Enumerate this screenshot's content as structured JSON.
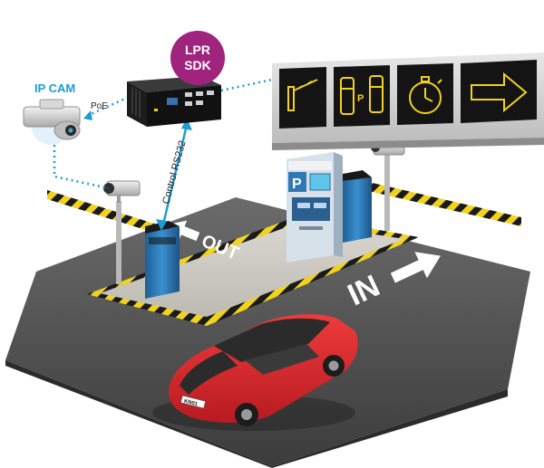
{
  "labels": {
    "lpr_line1": "LPR",
    "lpr_line2": "SDK",
    "ip_cam": "IP CAM",
    "poe": "PoE",
    "control": "Control RS232",
    "out": "OUT",
    "in": "IN",
    "kiosk_letter": "P",
    "car_plate": "KN01",
    "sign_p": "P"
  },
  "colors": {
    "lpr_badge": "#a0237e",
    "link_line": "#1e9bd7",
    "sign_panel": "#141414",
    "sign_icon": "#f3d21c",
    "ground": "#4a4a4a",
    "car": "#d9262c",
    "barrier_post": "#2f78b6"
  },
  "icons": [
    "parking-barrier-icon",
    "parking-lot-icon",
    "stopwatch-icon",
    "arrow-right-icon"
  ]
}
